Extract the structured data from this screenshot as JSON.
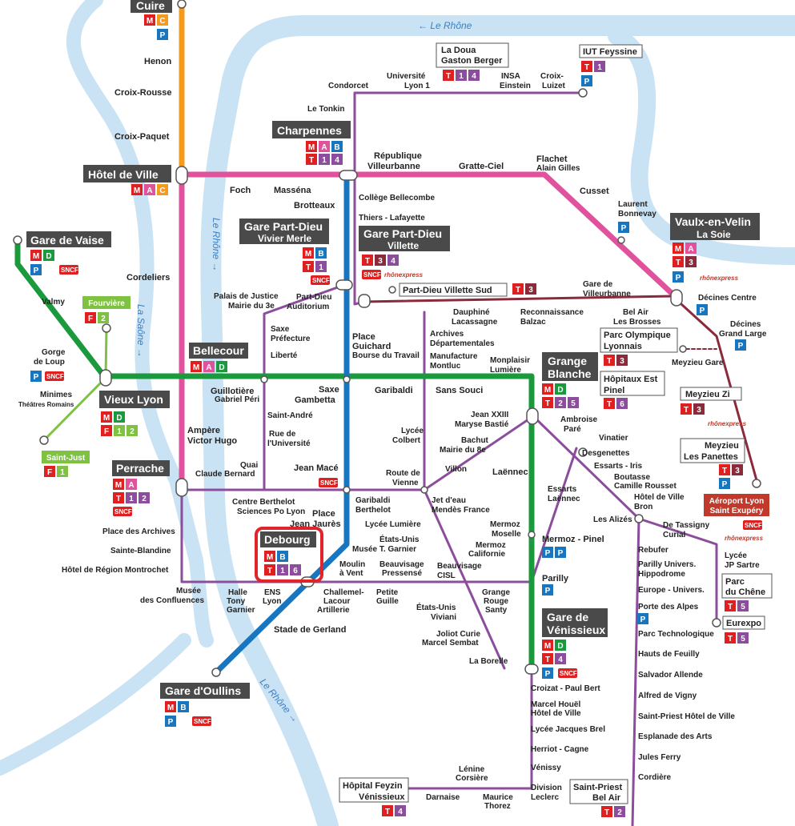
{
  "rivers": {
    "rhone_top": "← Le Rhône",
    "rhone_mid": "Le Rhône →",
    "rhone_bottom": "Le Rhône →",
    "saone": "La Saône →"
  },
  "colors": {
    "metroA": "#e0529c",
    "metroB": "#1876c0",
    "metroC": "#f39a1f",
    "metroD": "#1a9a3d",
    "tram": "#8b4d9c",
    "tramT3": "#8a2a3a",
    "river": "#c9e3f5",
    "hub_box": "#4a4a4a",
    "highlight": "#e0242a"
  },
  "hubs": {
    "cuire": "Cuire",
    "hotel_de_ville": "Hôtel de Ville",
    "charpennes": "Charpennes",
    "gare_de_vaise": "Gare de Vaise",
    "gare_part_dieu_vm_1": "Gare Part-Dieu",
    "gare_part_dieu_vm_2": "Vivier Merle",
    "gare_part_dieu_v_1": "Gare Part-Dieu",
    "gare_part_dieu_v_2": "Villette",
    "vaulx_1": "Vaulx-en-Velin",
    "vaulx_2": "La Soie",
    "bellecour": "Bellecour",
    "vieux_lyon": "Vieux Lyon",
    "grange_blanche_1": "Grange",
    "grange_blanche_2": "Blanche",
    "perrache": "Perrache",
    "debourg": "Debourg",
    "gare_venissieux_1": "Gare de",
    "gare_venissieux_2": "Vénissieux",
    "gare_oullins": "Gare d'Oullins",
    "fourviere": "Fourvière",
    "saint_just": "Saint-Just",
    "aeroport_1": "Aéroport Lyon",
    "aeroport_2": "Saint Exupéry"
  },
  "boxed": {
    "la_doua_1": "La Doua",
    "la_doua_2": "Gaston Berger",
    "iut": "IUT Feyssine",
    "pdvs": "Part-Dieu Villette Sud",
    "parc_olymp_1": "Parc Olympique",
    "parc_olymp_2": "Lyonnais",
    "hop_est_1": "Hôpitaux Est",
    "hop_est_2": "Pinel",
    "meyzieu_zi": "Meyzieu Zi",
    "meyzieu_p_1": "Meyzieu",
    "meyzieu_p_2": "Les Panettes",
    "parc_chene_1": "Parc",
    "parc_chene_2": "du Chêne",
    "eurexpo": "Eurexpo",
    "feyzin_1": "Hôpital Feyzin",
    "feyzin_2": "Vénissieux",
    "stpriest_1": "Saint-Priest",
    "stpriest_2": "Bel Air"
  },
  "stations": {
    "henon": "Henon",
    "croix_rousse": "Croix-Rousse",
    "croix_paquet": "Croix-Paquet",
    "foch": "Foch",
    "massena": "Masséna",
    "brotteaux": "Brotteaux",
    "cordeliers": "Cordeliers",
    "condorcet": "Condorcet",
    "univ_1": "Université",
    "univ_2": "Lyon 1",
    "insa_1": "INSA",
    "insa_2": "Einstein",
    "croix_luizet_1": "Croix-",
    "croix_luizet_2": "Luizet",
    "le_tonkin": "Le Tonkin",
    "rep_1": "République",
    "rep_2": "Villeurbanne",
    "gratte_ciel": "Gratte-Ciel",
    "flachet_1": "Flachet",
    "flachet_2": "Alain Gilles",
    "cusset": "Cusset",
    "laurent_1": "Laurent",
    "laurent_2": "Bonnevay",
    "college": "Collège Bellecombe",
    "thiers": "Thiers - Lafayette",
    "valmy": "Valmy",
    "gorge_1": "Gorge",
    "gorge_2": "de Loup",
    "minimes_1": "Minimes",
    "minimes_2": "Théâtres Romains",
    "palais_1": "Palais de Justice",
    "palais_2": "Mairie du 3e",
    "pdauditorium_1": "Part-Dieu",
    "pdauditorium_2": "Auditorium",
    "saxe_pref_1": "Saxe",
    "saxe_pref_2": "Préfecture",
    "liberte": "Liberté",
    "guichard_1": "Place",
    "guichard_2": "Guichard",
    "guichard_3": "Bourse du Travail",
    "archives_1": "Archives",
    "archives_2": "Départementales",
    "manufacture_1": "Manufacture",
    "manufacture_2": "Montluc",
    "dauphine_1": "Dauphiné",
    "dauphine_2": "Lacassagne",
    "reco_1": "Reconnaissance",
    "reco_2": "Balzac",
    "belair_1": "Bel Air",
    "belair_2": "Les Brosses",
    "gdv_1": "Gare de",
    "gdv_2": "Villeurbanne",
    "decines_c": "Décines Centre",
    "decines_g_1": "Décines",
    "decines_g_2": "Grand Large",
    "meyzieu_gare": "Meyzieu Gare",
    "monplaisir_1": "Monplaisir",
    "monplaisir_2": "Lumière",
    "guillotiere_1": "Guillotière",
    "guillotiere_2": "Gabriel Péri",
    "saxe_g_1": "Saxe",
    "saxe_g_2": "Gambetta",
    "garibaldi": "Garibaldi",
    "sans_souci": "Sans Souci",
    "ampere_1": "Ampère",
    "ampere_2": "Victor Hugo",
    "st_andre": "Saint-André",
    "rue_univ_1": "Rue de",
    "rue_univ_2": "l'Université",
    "quai_1": "Quai",
    "quai_2": "Claude Bernard",
    "jean_mace": "Jean Macé",
    "lycee_colbert_1": "Lycée",
    "lycee_colbert_2": "Colbert",
    "jean23_1": "Jean XXIII",
    "jean23_2": "Maryse Bastié",
    "bachut_1": "Bachut",
    "bachut_2": "Mairie du 8e",
    "villon": "Villon",
    "laennec": "Laënnec",
    "ambroise_1": "Ambroise",
    "ambroise_2": "Paré",
    "vinatier": "Vinatier",
    "desgenettes": "Desgenettes",
    "essarts_iris": "Essarts - Iris",
    "essarts_laennec_1": "Essarts",
    "essarts_laennec_2": "Laënnec",
    "boutasse_1": "Boutasse",
    "boutasse_2": "Camille Rousset",
    "hdv_bron_1": "Hôtel de Ville",
    "hdv_bron_2": "Bron",
    "les_alizes": "Les Alizés",
    "tassigny_1": "De Tassigny",
    "tassigny_2": "Curial",
    "lycee_sartre_1": "Lycée",
    "lycee_sartre_2": "JP Sartre",
    "centre_berthelot_1": "Centre Berthelot",
    "centre_berthelot_2": "Sciences Po Lyon",
    "route_vienne_1": "Route de",
    "route_vienne_2": "Vienne",
    "garibaldi_b_1": "Garibaldi",
    "garibaldi_b_2": "Berthelot",
    "jet_deau_1": "Jet d'eau",
    "jet_deau_2": "Mendès France",
    "place_jj_1": "Place",
    "place_jj_2": "Jean Jaurès",
    "lycee_lumiere": "Lycée Lumière",
    "etats_unis_1": "États-Unis",
    "etats_unis_2": "Musée T. Garnier",
    "mermoz_m_1": "Mermoz",
    "mermoz_m_2": "Moselle",
    "mermoz_c_1": "Mermoz",
    "mermoz_c_2": "Californie",
    "mermoz_pinel": "Mermoz - Pinel",
    "place_archives": "Place des Archives",
    "ste_blandine": "Sainte-Blandine",
    "hotel_region": "Hôtel de Région Montrochet",
    "musee_1": "Musée",
    "musee_2": "des Confluences",
    "halle_1": "Halle",
    "halle_2": "Tony",
    "halle_3": "Garnier",
    "ens_1": "ENS",
    "ens_2": "Lyon",
    "moulin_1": "Moulin",
    "moulin_2": "à Vent",
    "beauvisage_p_1": "Beauvisage",
    "beauvisage_p_2": "Pressensé",
    "beauvisage_c_1": "Beauvisage",
    "beauvisage_c_2": "CISL",
    "challemel_1": "Challemel-",
    "challemel_2": "Lacour",
    "challemel_3": "Artillerie",
    "petite_guille_1": "Petite",
    "petite_guille_2": "Guille",
    "parilly": "Parilly",
    "gru_1": "Grange",
    "gru_2": "Rouge",
    "gru_3": "Santy",
    "evv_1": "États-Unis",
    "evv_2": "Viviani",
    "joliot_1": "Joliot Curie",
    "joliot_2": "Marcel Sembat",
    "la_borelle": "La Borelle",
    "stade_gerland": "Stade de Gerland",
    "rebufer": "Rebufer",
    "parilly_u_1": "Parilly Univers.",
    "parilly_u_2": "Hippodrome",
    "europe_univ": "Europe - Univers.",
    "porte_alpes": "Porte des Alpes",
    "parc_techno": "Parc Technologique",
    "hauts_feuilly": "Hauts de Feuilly",
    "salvador": "Salvador Allende",
    "alfred": "Alfred de Vigny",
    "stpriest_hdv": "Saint-Priest Hôtel de Ville",
    "esplanade": "Esplanade des Arts",
    "jules_ferry": "Jules Ferry",
    "cordiere": "Cordière",
    "croizat": "Croizat - Paul Bert",
    "marcel_1": "Marcel Houël",
    "marcel_2": "Hôtel de Ville",
    "lycee_brel": "Lycée Jacques Brel",
    "herriot": "Herriot - Cagne",
    "venissy": "Vénissy",
    "division_1": "Division",
    "division_2": "Leclerc",
    "lenine_1": "Lénine",
    "lenine_2": "Corsière",
    "darnaise": "Darnaise",
    "maurice_1": "Maurice",
    "maurice_2": "Thorez"
  },
  "badges": {
    "M": "M",
    "A": "A",
    "B": "B",
    "C": "C",
    "D": "D",
    "T": "T",
    "F": "F",
    "P": "P",
    "n1": "1",
    "n2": "2",
    "n3": "3",
    "n4": "4",
    "n5": "5",
    "n6": "6"
  },
  "misc": {
    "sncf": "SNCF",
    "rhonexpress": "rhônexpress"
  }
}
